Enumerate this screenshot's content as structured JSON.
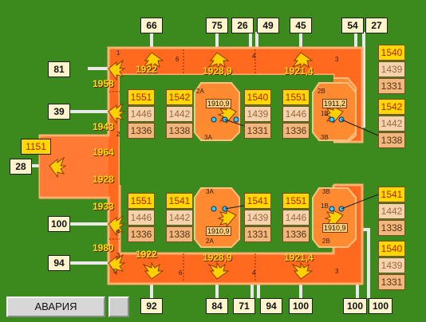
{
  "top_inputs": {
    "b1": "66",
    "b2": "75",
    "b3a": "26",
    "b3b": "49",
    "b4": "45",
    "r1a": "54",
    "r1b": "27"
  },
  "left_inputs": {
    "a": "81",
    "b": "39",
    "c": "28",
    "d": "100",
    "e": "94"
  },
  "bottom_inputs": {
    "b1": "92",
    "b2": "84",
    "b3a": "71",
    "b3b": "94",
    "b4": "100",
    "r1a": "100",
    "r1b": "100"
  },
  "left_panel": {
    "value": "1151"
  },
  "zone_temps": {
    "top": [
      "1922",
      "1928,9",
      "1921,4"
    ],
    "bottom": [
      "1922",
      "1928,9",
      "1921,4"
    ],
    "left": [
      "1958",
      "1943",
      "1964",
      "1928",
      "1933",
      "1980"
    ],
    "top_inner_a": "1910,9",
    "top_inner_b": "1911,2",
    "bottom_inner_a": "1910,9",
    "bottom_inner_b": "1910,9"
  },
  "zone_numbers": {
    "t1": "1",
    "t6": "6",
    "t4": "4",
    "t3": "3",
    "b5": "5",
    "b6": "6",
    "b4": "4",
    "b3": "3",
    "l2": "2",
    "l4": "4",
    "l3": "3",
    "i2a": "2A",
    "i3a": "3A",
    "i2b": "2B",
    "i3b": "3B",
    "i2a_b": "2A",
    "i3a_b": "3A",
    "i2b_b": "2B",
    "i3b_b": "3B",
    "i1b": "1B",
    "i1b_b": "1B"
  },
  "cell_stacks": [
    [
      "1551",
      "1446",
      "1336"
    ],
    [
      "1542",
      "1442",
      "1338"
    ],
    [
      "1540",
      "1439",
      "1331"
    ],
    [
      "1551",
      "1446",
      "1336"
    ],
    [
      "1540",
      "1439",
      "1331"
    ],
    [
      "1542",
      "1442",
      "1338"
    ],
    [
      "1551",
      "1446",
      "1336"
    ],
    [
      "1541",
      "1442",
      "1338"
    ],
    [
      "1541",
      "1439",
      "1331"
    ],
    [
      "1551",
      "1446",
      "1336"
    ],
    [
      "1541",
      "1442",
      "1338"
    ],
    [
      "1540",
      "1439",
      "1331"
    ]
  ],
  "status": {
    "alarm_label": "АВАРИЯ"
  },
  "colors": {
    "background": "#3c8a1e",
    "furnace": "#ff6a1e",
    "inner": "#ff9a3c",
    "alarm_bg": "#d7d7d7"
  }
}
